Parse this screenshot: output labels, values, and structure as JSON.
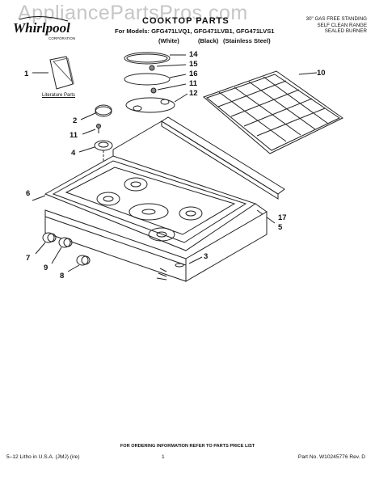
{
  "watermark": "AppliancePartsPros.com",
  "brand": {
    "name": "Whirlpool",
    "sub": "CORPORATION"
  },
  "header": {
    "title": "COOKTOP PARTS",
    "models_line": "For Models: GFG471LVQ1, GFG471LVB1, GFG471LVS1",
    "variants": [
      "(White)",
      "(Black)",
      "(Stainless Steel)"
    ],
    "product_lines": [
      "30\" GAS FREE STANDING",
      "SELF CLEAN RANGE",
      "SEALED BURNER"
    ]
  },
  "literature_label": "Literature Parts",
  "callouts": [
    "1",
    "2",
    "3",
    "4",
    "5",
    "6",
    "7",
    "8",
    "9",
    "10",
    "11",
    "11",
    "12",
    "14",
    "15",
    "16",
    "17"
  ],
  "footer": {
    "note": "FOR ORDERING INFORMATION REFER TO PARTS PRICE LIST",
    "left": "5–12  Litho in U.S.A. (JMJ)  (ire)",
    "page": "1",
    "part_no": "Part No. W10245776 Rev. D"
  }
}
